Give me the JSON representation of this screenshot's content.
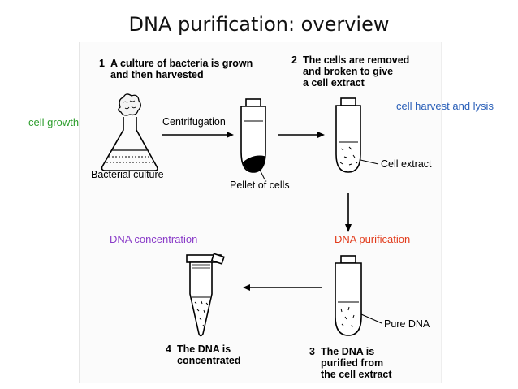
{
  "title": "DNA purification: overview",
  "steps": [
    {
      "num": "1",
      "line1": "A culture of bacteria is grown",
      "line2": "and then harvested"
    },
    {
      "num": "2",
      "line1": "The cells are removed",
      "line2": "and broken to give",
      "line3": "a cell extract"
    },
    {
      "num": "3",
      "line1": "The DNA is",
      "line2": "purified from",
      "line3": "the cell extract"
    },
    {
      "num": "4",
      "line1": "The DNA is",
      "line2": "concentrated"
    }
  ],
  "labels": {
    "bacterial_culture": "Bacterial culture",
    "centrifugation": "Centrifugation",
    "pellet": "Pellet of cells",
    "cell_extract": "Cell extract",
    "pure_dna": "Pure DNA"
  },
  "annotations": {
    "cell_growth": "cell growth",
    "cell_harvest": "cell harvest and lysis",
    "dna_concentration": "DNA concentration",
    "dna_purification": "DNA purification"
  },
  "colors": {
    "cell_growth": "#2e9e2e",
    "cell_harvest": "#2a5fb8",
    "dna_concentration": "#8a3cc8",
    "dna_purification": "#e23b1b"
  }
}
